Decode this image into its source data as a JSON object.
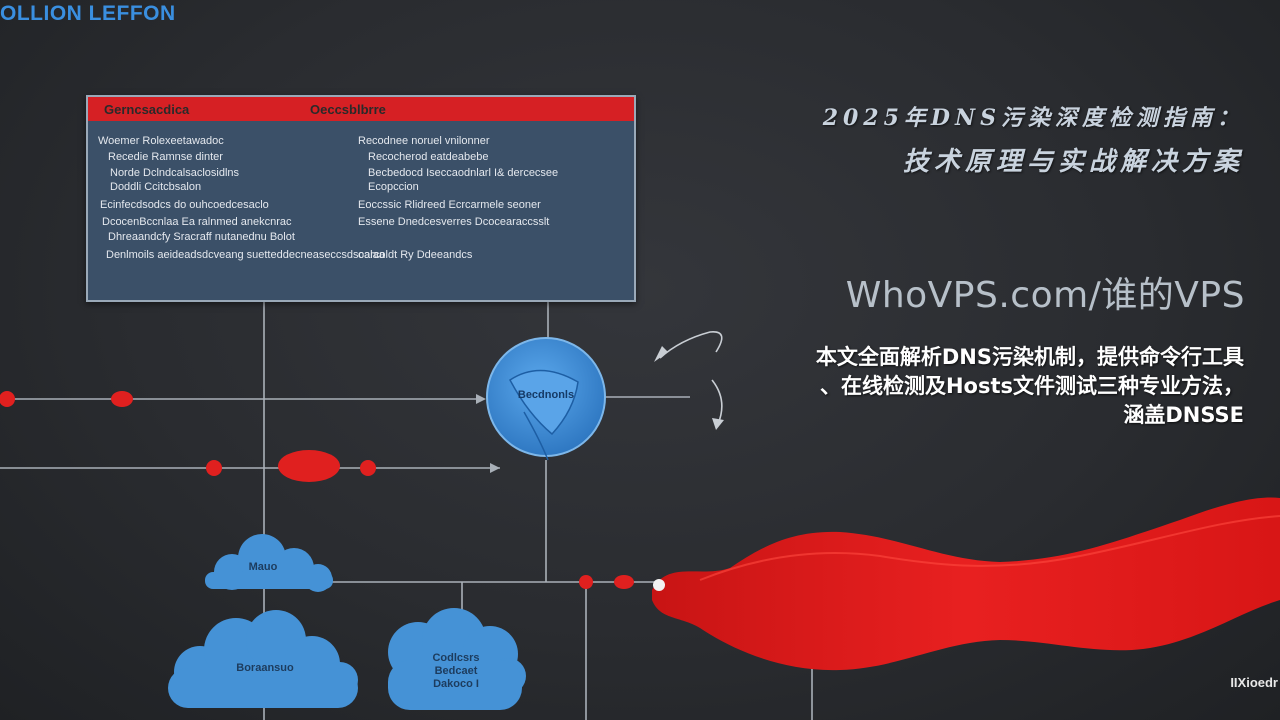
{
  "header": {
    "title_line1": "2025年DNS污染深度检测指南：",
    "title_line2": "技术原理与实战解决方案",
    "site": "WhoVPS.com/谁的VPS",
    "summary_lines": [
      "本文全面解析DNS污染机制，提供命令行工具",
      "、在线检测及Hosts文件测试三种专业方法，",
      "涵盖DNSSE"
    ]
  },
  "illustration": {
    "corner_logo": "OLLION LEFFON",
    "corner_mark": "IIXioedr",
    "panel": {
      "header_left": "Gerncsacdica",
      "header_right": "Oeccsblbrre",
      "left_lines": [
        "Woemer Rolexeetawadoc",
        "Recedie Ramnse dinter",
        "Norde Dclndcalsaclosidlns",
        "Doddli Ccitcbsalon",
        "Ecinfecdsodcs do ouhcoedcesaclo",
        "DcocenBccnlaa Ea ralnmed anekcnrac",
        "Dhreaandcfy Sracraff nutanednu Bolot",
        "Denlmoils aeideadsdcveang suetteddecneaseccsdscalaa"
      ],
      "right_lines": [
        "Recodnee noruel vnilonner",
        "Recocherod eatdeabebe",
        "Becbedocd Iseccaodnlarl I& dercecsee",
        "Ecopccion",
        "Eoccssic Rlidreed Ecrcarmele seoner",
        "Essene Dnedcesverres Dcocearaccsslt"
      ],
      "footer_line": "oarcoldt Ry Ddeeandcs"
    },
    "nodes": {
      "hub": "Becdnonls",
      "cloud_top": "Mauo",
      "cloud_left": "Boraansuo",
      "cloud_right": [
        "Codlcsrs",
        "Bedcaet",
        "Dakoco I"
      ]
    },
    "colors": {
      "panel_header": "#d62024",
      "panel_body": "#3b5068",
      "node_red": "#e0201f",
      "cloud_blue": "#4592d6",
      "hub_blue": "#3d8ed6",
      "wave_red": "#e01818"
    }
  }
}
